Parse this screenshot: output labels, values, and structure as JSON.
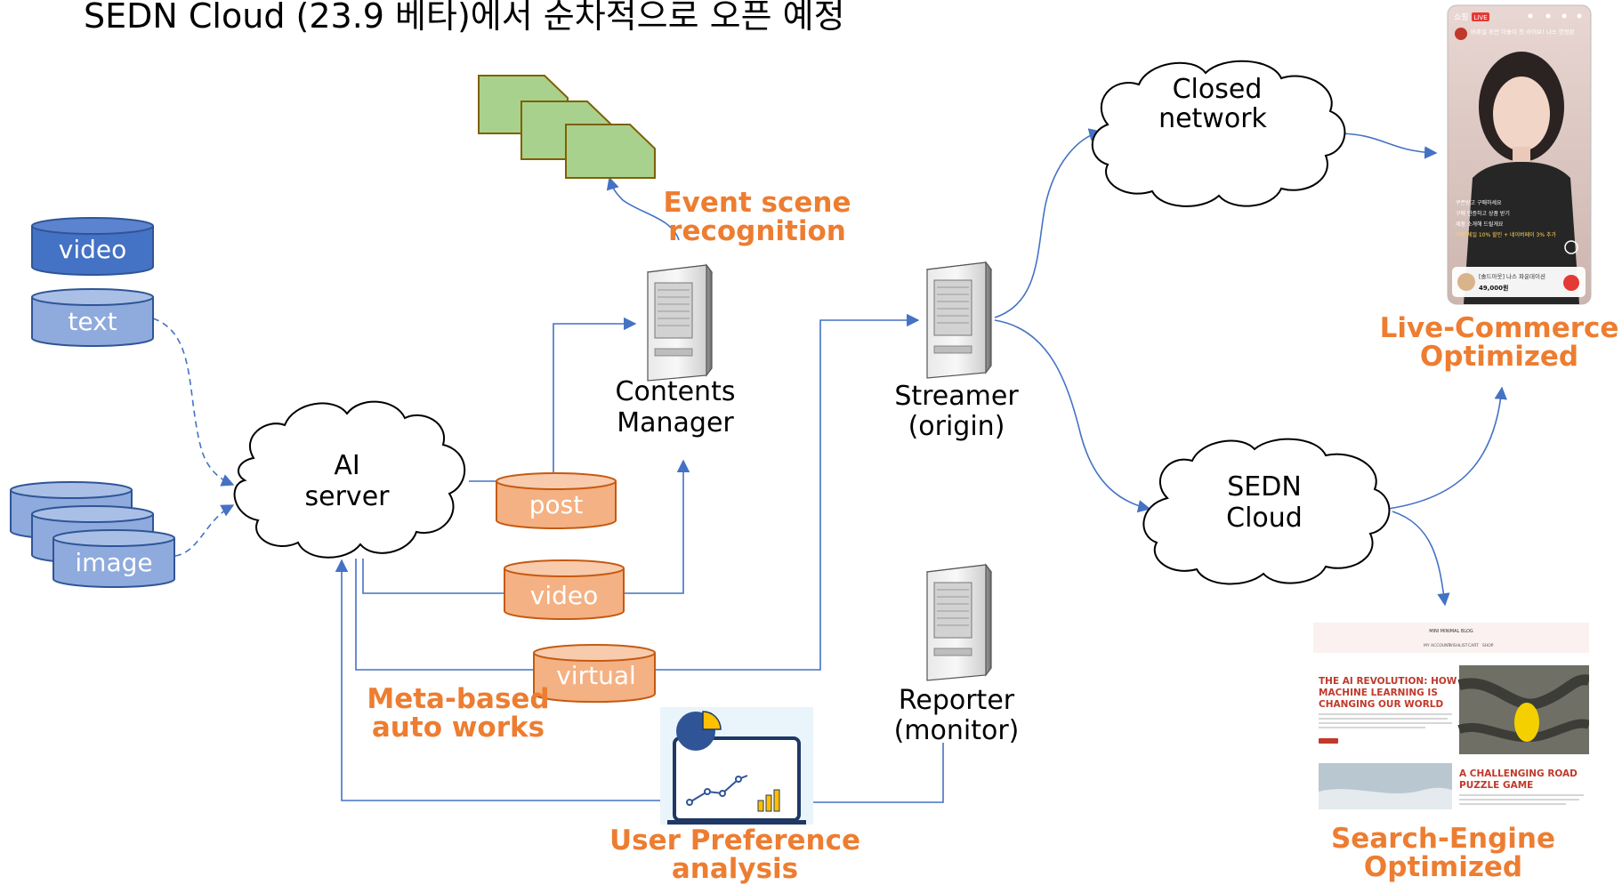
{
  "title": "SEDN Cloud (23.9 베타)에서 순차적으로 오픈 예정",
  "nodes": {
    "ai_server": [
      "AI",
      "server"
    ],
    "contents_manager": [
      "Contents",
      "Manager"
    ],
    "streamer": [
      "Streamer",
      "(origin)"
    ],
    "reporter": [
      "Reporter",
      "(monitor)"
    ],
    "closed_network": [
      "Closed",
      "network"
    ],
    "sedn_cloud": [
      "SEDN",
      "Cloud"
    ]
  },
  "databases": {
    "input_video": "video",
    "input_text": "text",
    "input_image": "image",
    "post": "post",
    "video": "video",
    "virtual": "virtual"
  },
  "labels": {
    "event_scene": [
      "Event scene",
      "recognition"
    ],
    "meta_based": [
      "Meta-based",
      "auto works"
    ],
    "user_pref": [
      "User Preference",
      "analysis"
    ],
    "live_commerce": [
      "Live-Commerce",
      "Optimized"
    ],
    "search_engine": [
      "Search-Engine",
      "Optimized"
    ]
  },
  "phone": {
    "badge": "LIVE",
    "app_name": "쇼핑",
    "stream_title": "버츄얼 휴먼 이솔이 첫 라이브! 나스 한정판",
    "comment_lines": [
      "쿠폰받고 구매하세요",
      "구매 인증하고 상품 받기",
      "제품 소개해 드릴게요",
      "이번 세일 10% 할인 + 네이버페이 3% 추가"
    ],
    "product_caption": "[솔드아웃] 나스 파운데이션",
    "price": "49,000원"
  },
  "blog": {
    "site_name": "MINI MINIMAL BLOG",
    "nav": [
      "MY ACCOUNT",
      "WISHLIST",
      "CART",
      "SHOP"
    ],
    "article1_title": [
      "THE AI REVOLUTION: HOW",
      "MACHINE LEARNING IS",
      "CHANGING OUR WORLD"
    ],
    "article2_title": [
      "A CHALLENGING ROAD",
      "PUZZLE GAME"
    ]
  },
  "colors": {
    "accent_orange": "#ED7D31",
    "db_blue_dark": "#4472C4",
    "db_blue_light": "#8FAADC",
    "db_orange": "#F4B183",
    "line_blue": "#4472C4",
    "doc_green": "#A9D18E"
  }
}
